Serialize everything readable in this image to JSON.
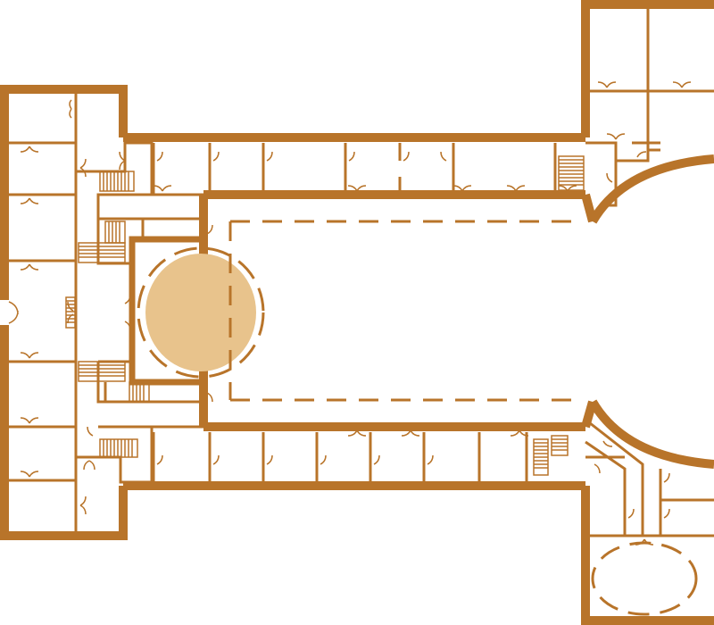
{
  "diagram": {
    "kind": "architectural-floor-plan",
    "colors": {
      "wall": "#b8742a",
      "rotunda_fill": "#e8c38c",
      "background": "#ffffff"
    },
    "elements": [
      "west-wing",
      "north-corridor",
      "south-corridor",
      "northeast-tower",
      "southeast-tower",
      "central-courtyard",
      "rotunda",
      "oval-hall",
      "staircases",
      "doors"
    ]
  }
}
